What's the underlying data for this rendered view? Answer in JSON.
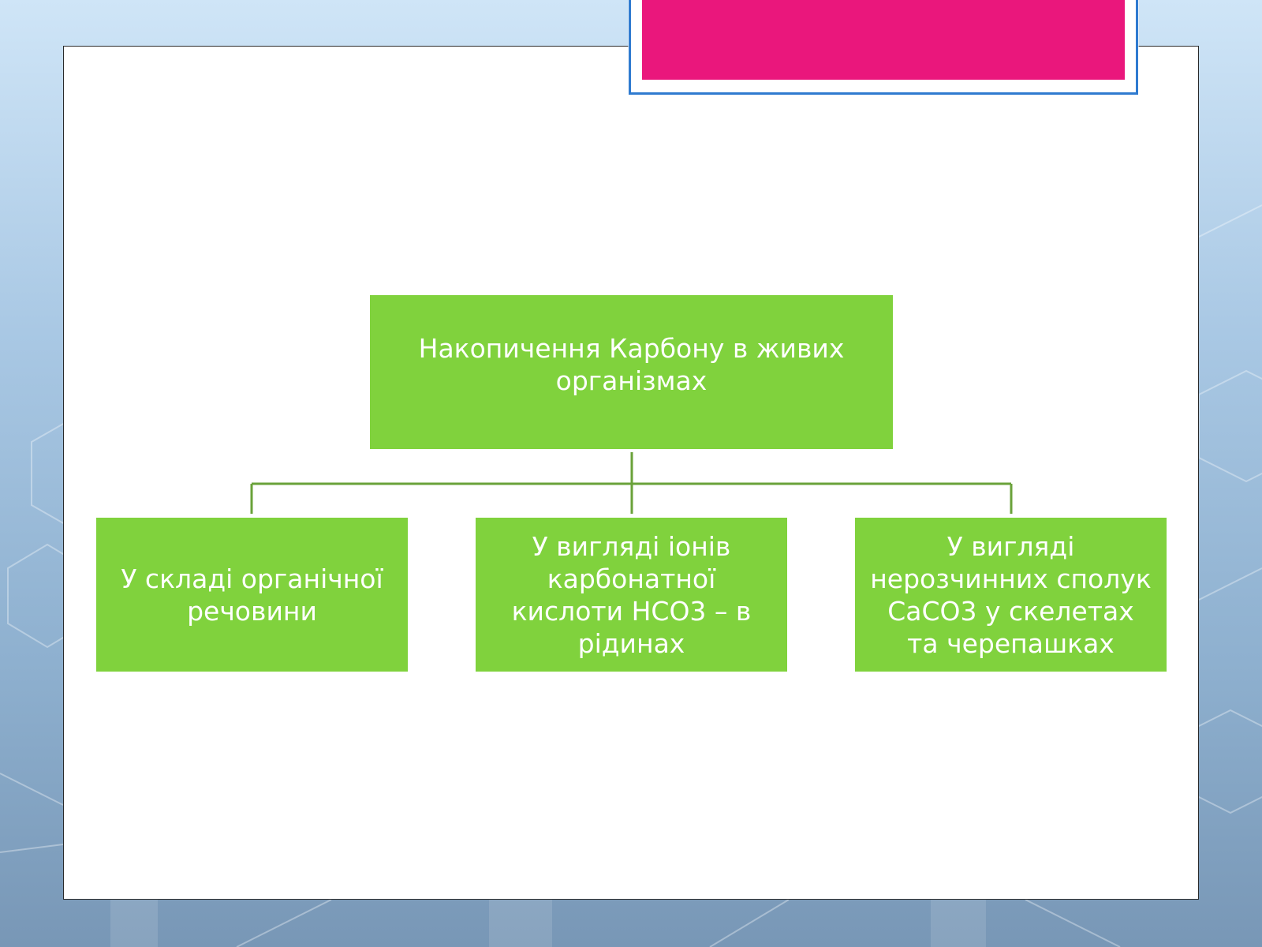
{
  "slide": {
    "title": ""
  },
  "diagram": {
    "root": {
      "label": "Накопичення Карбону в живих\nорганізмах"
    },
    "children": [
      {
        "label": "У складі органічної\nречовини"
      },
      {
        "label": "У вигляді іонів\nкарбонатної\nкислоти HCO3 – в\nрідинах"
      },
      {
        "label": "У вигляді\nнерозчинних сполук\nCaCO3 у скелетах\nта черепашках"
      }
    ]
  },
  "colors": {
    "node_fill": "#80d23d",
    "connector": "#6aa23a",
    "title_bar": "#ea177c",
    "title_frame": "#2f7bd0"
  }
}
